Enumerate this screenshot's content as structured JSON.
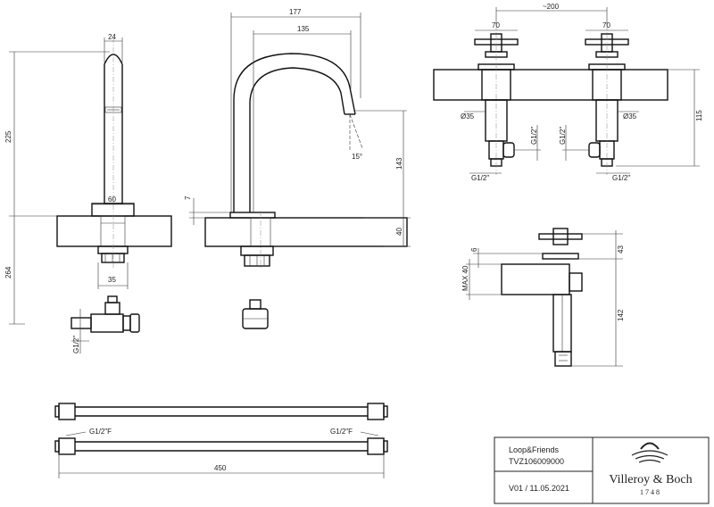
{
  "dimensions": {
    "spout_width": "24",
    "spout_height": "225",
    "base_width": "60",
    "below_deck": "264",
    "shank_width": "35",
    "connection_inlet": "G1/2\"",
    "reach": "177",
    "reach_inner": "135",
    "angle": "15°",
    "deck_gap": "7",
    "outlet_height": "143",
    "base_height": "40",
    "handle_left": "70",
    "handle_right": "70",
    "handle_spacing": "~200",
    "nut_left": "Ø35",
    "nut_right": "Ø35",
    "conn_left_vertical": "G1/2\"",
    "conn_right_vertical": "G1/2\"",
    "conn_left_horizontal": "G1/2\"",
    "conn_right_horizontal": "G1/2\"",
    "handle_depth": "115",
    "side_handle_height": "43",
    "side_plate": "6",
    "max_deck": "MAX 40",
    "side_depth": "142",
    "hose_conn_left": "G1/2\"F",
    "hose_conn_right": "G1/2\"F",
    "hose_length": "450"
  },
  "title_block": {
    "product": "Loop&Friends",
    "article": "TVZ106009000",
    "version": "V01 / 11.05.2021",
    "brand": "Villeroy & Boch",
    "founded": "1748"
  }
}
